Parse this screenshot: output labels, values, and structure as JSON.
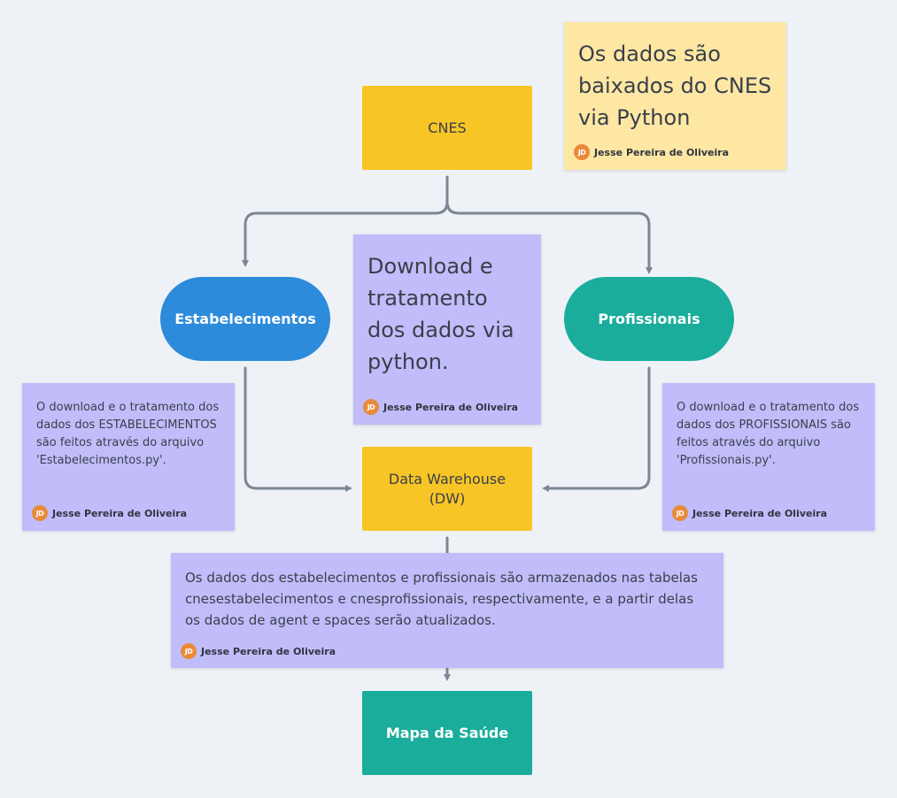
{
  "nodes": {
    "cnes": "CNES",
    "estabelecimentos": "Estabelecimentos",
    "profissionais": "Profissionais",
    "data_warehouse": "Data Warehouse (DW)",
    "mapa_saude": "Mapa da Saúde"
  },
  "notes": {
    "cnes_note": "Os dados são baixados do CNES via Python",
    "download_note": "Download  e tratamento dos dados via python.",
    "estab_note": "O download e o  tratamento dos dados dos ESTABELECIMENTOS são feitos através do arquivo 'Estabelecimentos.py'.",
    "prof_note": "O download e o  tratamento dos dados dos PROFISSIONAIS são feitos através do arquivo 'Profissionais.py'.",
    "dw_note": "Os dados dos estabelecimentos e profissionais são armazenados nas tabelas cnesestabelecimentos e cnesprofissionais, respectivamente, e a partir delas os dados de agent e spaces serão atualizados."
  },
  "author": {
    "name": "Jesse Pereira  de Oliveira",
    "initials": "JD"
  },
  "colors": {
    "yellow_node": "#f7c525",
    "blue_node": "#2d8bdb",
    "teal_node": "#1aad9c",
    "purple_note": "#c0bdfa",
    "yellow_note": "#fde7a3",
    "connector": "#7b8794",
    "avatar": "#e98a3b"
  }
}
